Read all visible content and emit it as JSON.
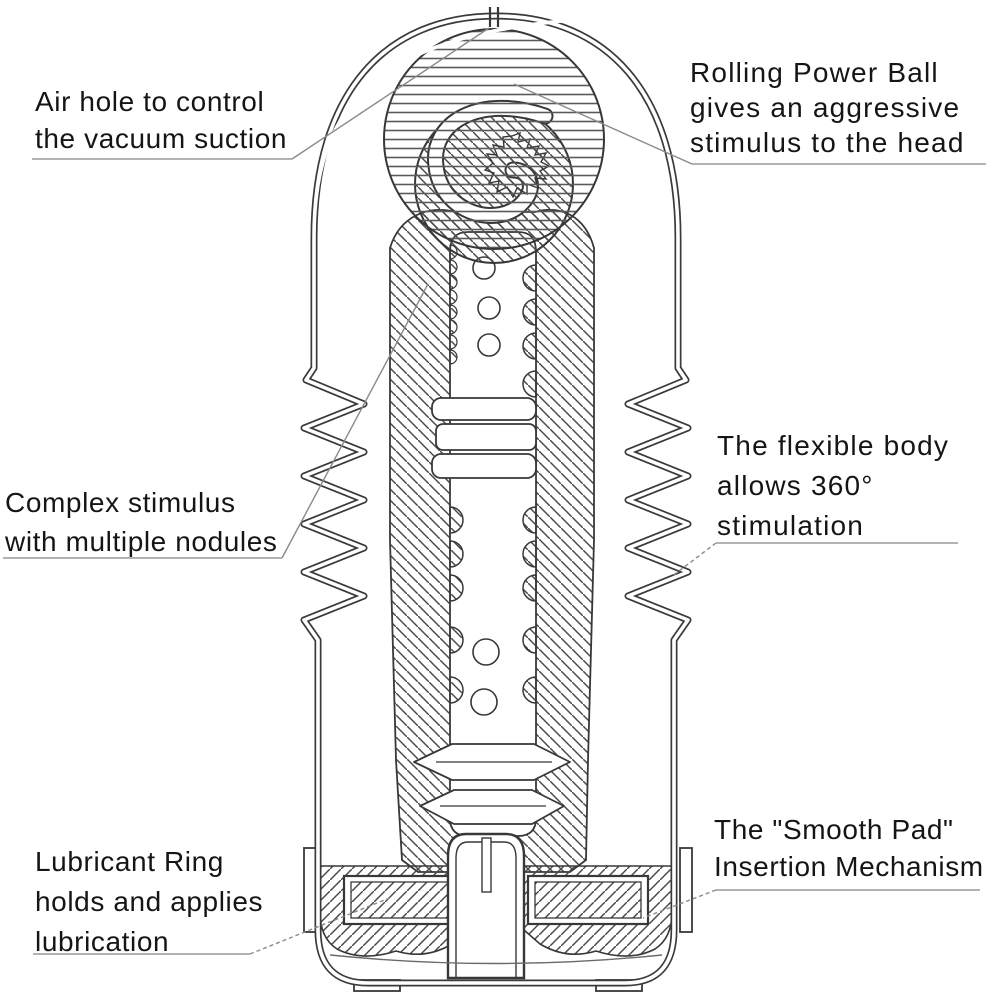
{
  "diagram": {
    "type": "technical-cutaway-annotation-diagram",
    "labels": {
      "air_hole": "Air hole to control\nthe vacuum suction",
      "rolling_ball": "Rolling Power Ball\ngives an aggressive\nstimulus to the head",
      "complex_stimulus": "Complex stimulus\nwith multiple nodules",
      "flexible_body": "The flexible body\nallows 360°\nstimulation",
      "lubricant_ring": "Lubricant Ring\nholds and applies\nlubrication",
      "smooth_pad": "The \"Smooth Pad\"\nInsertion Mechanism"
    },
    "colors": {
      "line": "#3a3a3a",
      "leader": "#8a8a8a",
      "underline": "#9a9a9a",
      "text": "#151515",
      "background": "#ffffff"
    }
  }
}
